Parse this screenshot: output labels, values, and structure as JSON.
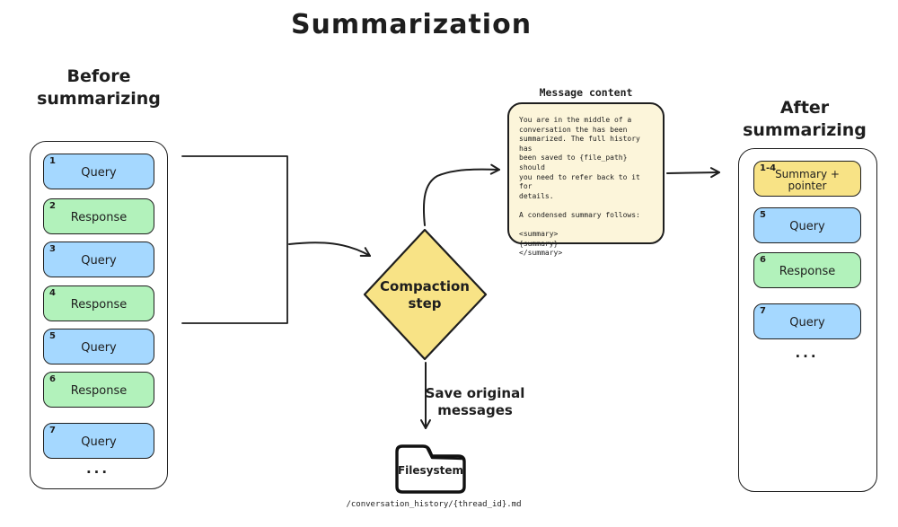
{
  "title": "Summarization",
  "colors": {
    "query_blue": "#a5d8ff",
    "response_green": "#b2f2bb",
    "summary_yellow": "#f8e386",
    "note_cream": "#fcf5da",
    "stroke": "#1e1e1e"
  },
  "before": {
    "heading": "Before\nsummarizing",
    "items": [
      {
        "num": "1",
        "label": "Query",
        "type": "query"
      },
      {
        "num": "2",
        "label": "Response",
        "type": "response"
      },
      {
        "num": "3",
        "label": "Query",
        "type": "query"
      },
      {
        "num": "4",
        "label": "Response",
        "type": "response"
      },
      {
        "num": "5",
        "label": "Query",
        "type": "query"
      },
      {
        "num": "6",
        "label": "Response",
        "type": "response"
      },
      {
        "num": "7",
        "label": "Query",
        "type": "query"
      }
    ],
    "ellipsis": "..."
  },
  "after": {
    "heading": "After\nsummarizing",
    "items": [
      {
        "num": "1-4",
        "label": "Summary +\npointer",
        "type": "summary"
      },
      {
        "num": "5",
        "label": "Query",
        "type": "query"
      },
      {
        "num": "6",
        "label": "Response",
        "type": "response"
      },
      {
        "num": "7",
        "label": "Query",
        "type": "query"
      }
    ],
    "ellipsis": "..."
  },
  "message_note": {
    "caption": "Message content",
    "body": "You are in the middle of a\nconversation the has been\nsummarized. The full history has\nbeen saved to {file_path} should\nyou need to refer back to it for\ndetails.\n\nA condensed summary follows:\n\n<summary>\n{summary}\n</summary>"
  },
  "compaction": {
    "label": "Compaction\nstep"
  },
  "save_arrow": {
    "label": "Save original\nmessages"
  },
  "filesystem": {
    "label": "Filesystem",
    "path": "/conversation_history/{thread_id}.md"
  }
}
